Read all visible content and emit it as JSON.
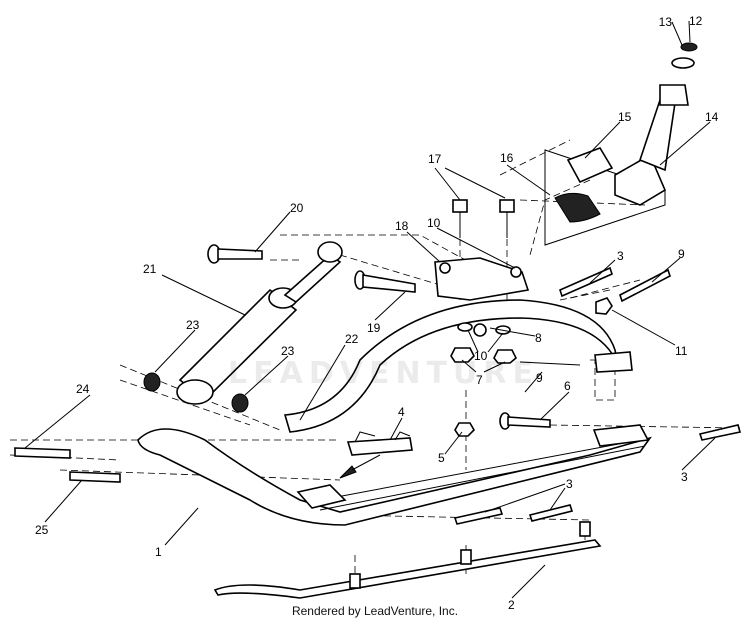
{
  "footer": {
    "text": "Rendered by LeadVenture, Inc."
  },
  "watermark": {
    "text": "LEADVENTURE"
  },
  "callouts": {
    "c1": "1",
    "c2": "2",
    "c3a": "3",
    "c3b": "3",
    "c3c": "3",
    "c4": "4",
    "c5": "5",
    "c6": "6",
    "c7": "7",
    "c8": "8",
    "c9a": "9",
    "c9b": "9",
    "c10a": "10",
    "c10b": "10",
    "c11": "11",
    "c12": "12",
    "c13": "13",
    "c14": "14",
    "c15": "15",
    "c16": "16",
    "c17": "17",
    "c18": "18",
    "c19": "19",
    "c20": "20",
    "c21": "21",
    "c22": "22",
    "c23a": "23",
    "c23b": "23",
    "c24": "24",
    "c25": "25"
  }
}
